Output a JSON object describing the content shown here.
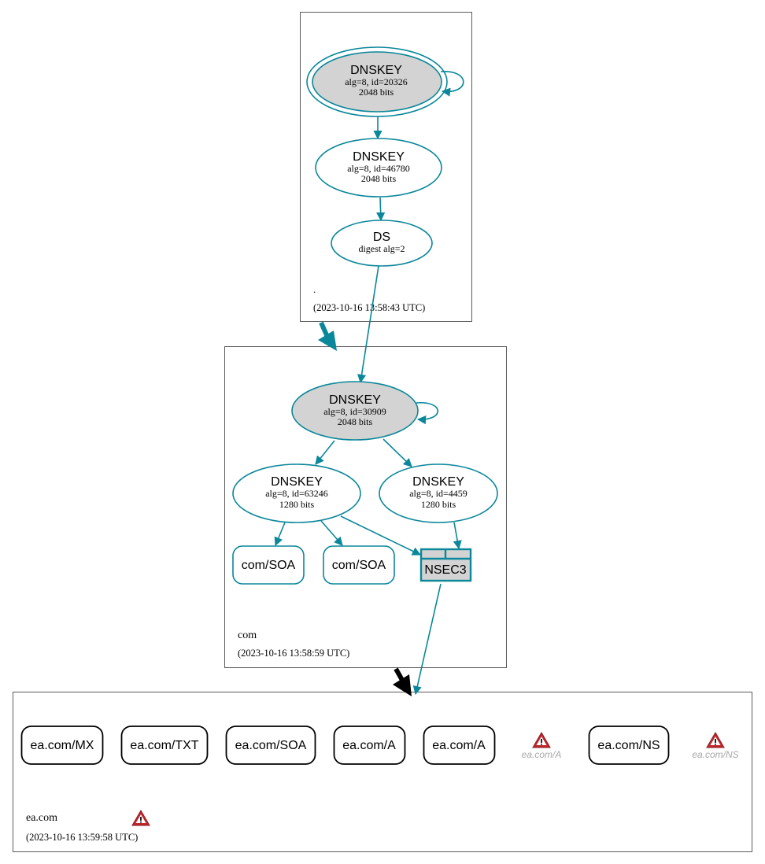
{
  "colors": {
    "edge": "#0a879a",
    "zone_border": "#5a5a5a",
    "node_fill_gray": "#d3d3d3",
    "delegation_black": "#000000",
    "warning_red": "#c0282e",
    "ghost_text": "#a8a8a8"
  },
  "zones": {
    "root": {
      "name": ".",
      "timestamp": "(2023-10-16 13:58:43 UTC)"
    },
    "com": {
      "name": "com",
      "timestamp": "(2023-10-16 13:58:59 UTC)"
    },
    "eacom": {
      "name": "ea.com",
      "timestamp": "(2023-10-16 13:59:58 UTC)",
      "warning_icon": "warning-triangle-icon"
    }
  },
  "nodes": {
    "root_ksk": {
      "title": "DNSKEY",
      "line1": "alg=8, id=20326",
      "line2": "2048 bits"
    },
    "root_zsk": {
      "title": "DNSKEY",
      "line1": "alg=8, id=46780",
      "line2": "2048 bits"
    },
    "root_ds": {
      "title": "DS",
      "line1": "digest alg=2"
    },
    "com_ksk": {
      "title": "DNSKEY",
      "line1": "alg=8, id=30909",
      "line2": "2048 bits"
    },
    "com_zsk1": {
      "title": "DNSKEY",
      "line1": "alg=8, id=63246",
      "line2": "1280 bits"
    },
    "com_zsk2": {
      "title": "DNSKEY",
      "line1": "alg=8, id=4459",
      "line2": "1280 bits"
    },
    "com_soa1": {
      "label": "com/SOA"
    },
    "com_soa2": {
      "label": "com/SOA"
    },
    "com_nsec3": {
      "label": "NSEC3"
    },
    "ea_mx": {
      "label": "ea.com/MX"
    },
    "ea_txt": {
      "label": "ea.com/TXT"
    },
    "ea_soa": {
      "label": "ea.com/SOA"
    },
    "ea_a1": {
      "label": "ea.com/A"
    },
    "ea_a2": {
      "label": "ea.com/A"
    },
    "ea_a_warn": {
      "label": "ea.com/A",
      "icon": "warning-triangle-icon"
    },
    "ea_ns": {
      "label": "ea.com/NS"
    },
    "ea_ns_warn": {
      "label": "ea.com/NS",
      "icon": "warning-triangle-icon"
    }
  }
}
